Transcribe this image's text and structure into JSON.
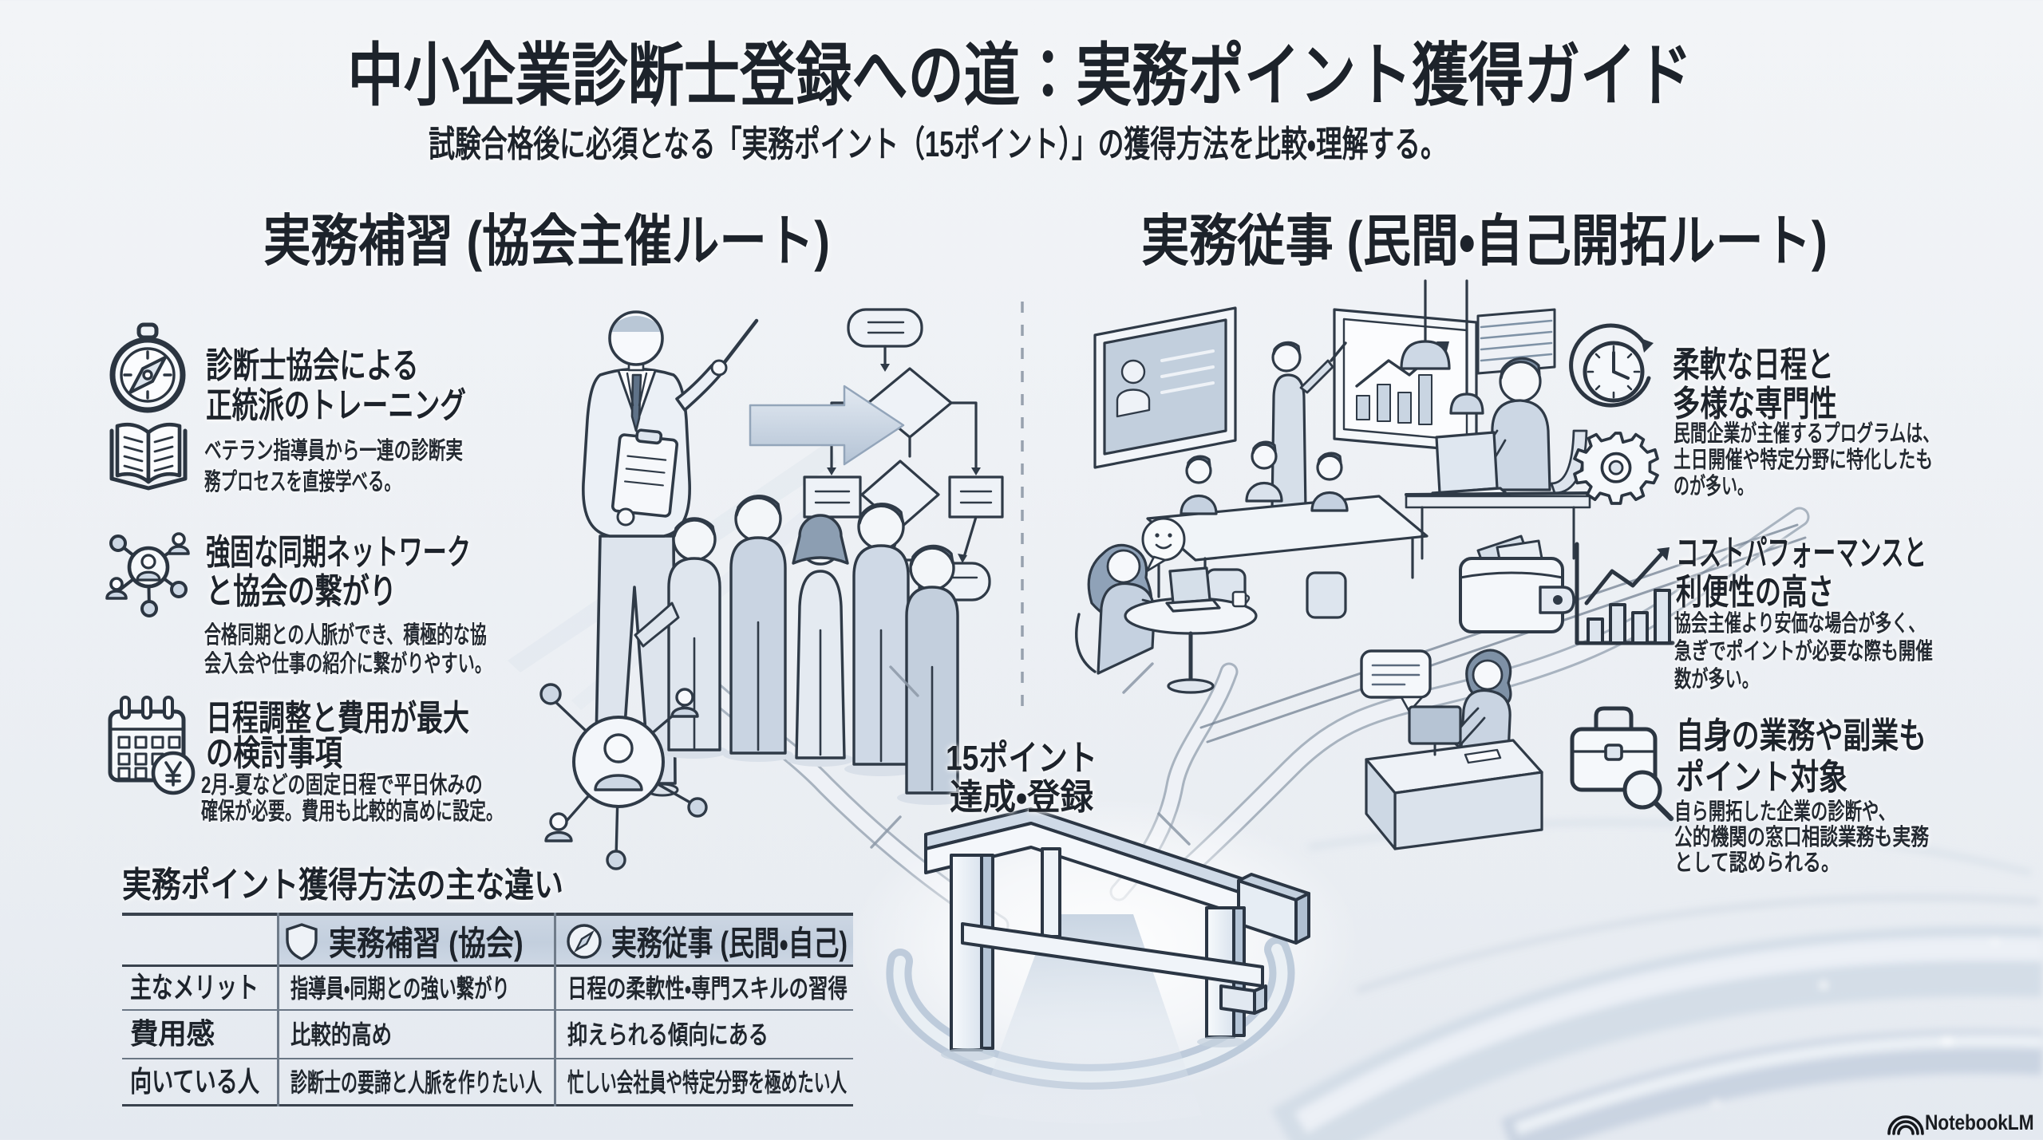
{
  "page": {
    "title": "中小企業診断士登録への道：実務ポイント獲得ガイド",
    "subtitle": "試験合格後に必須となる「実務ポイント（15ポイント）」の獲得方法を比較・理解する。",
    "background_color": "#eef1f5",
    "ink_color": "#1d232b",
    "watermark": "NotebookLM"
  },
  "routes": {
    "left": {
      "heading": "実務補習 (協会主催ルート)",
      "items": [
        {
          "icons": [
            "compass-icon",
            "open-book-icon"
          ],
          "title_lines": [
            "診断士協会による",
            "正統派のトレーニング"
          ],
          "desc_lines": [
            "ベテラン指導員から一連の診断実",
            "務プロセスを直接学べる。"
          ]
        },
        {
          "icons": [
            "people-network-icon"
          ],
          "title_lines": [
            "強固な同期ネットワーク",
            "と協会の繋がり"
          ],
          "desc_lines": [
            "合格同期との人脈ができ、積極的な協",
            "会入会や仕事の紹介に繋がりやすい。"
          ]
        },
        {
          "icons": [
            "calendar-icon",
            "yen-badge-icon"
          ],
          "title_lines": [
            "日程調整と費用が最大",
            "の検討事項"
          ],
          "desc_lines": [
            "2月-夏などの固定日程で平日休みの",
            "確保が必要。費用も比較的高めに設定。"
          ]
        }
      ]
    },
    "right": {
      "heading": "実務従事 (民間・自己開拓ルート)",
      "items": [
        {
          "icons": [
            "clock-icon",
            "gear-icon"
          ],
          "title_lines": [
            "柔軟な日程と",
            "多様な専門性"
          ],
          "desc_lines": [
            "民間企業が主催するプログラムは、",
            "土日開催や特定分野に特化したも",
            "のが多い。"
          ]
        },
        {
          "icons": [
            "growth-chart-icon"
          ],
          "title_lines": [
            "コストパフォーマンスと",
            "利便性の高さ"
          ],
          "desc_lines": [
            "協会主催より安価な場合が多く、",
            "急ぎでポイントが必要な際も開催",
            "数が多い。"
          ]
        },
        {
          "icons": [
            "briefcase-search-icon"
          ],
          "title_lines": [
            "自身の業務や副業も",
            "ポイント対象"
          ],
          "desc_lines": [
            "自ら開拓した企業の診断や、",
            "公的機関の窓口相談業務も実務",
            "として認められる。"
          ]
        }
      ]
    }
  },
  "goal": {
    "label_lines": [
      "15ポイント",
      "達成・登録"
    ]
  },
  "comparison_table": {
    "title": "実務ポイント獲得方法の主な違い",
    "columns": [
      {
        "icon": "shield-icon",
        "label": "実務補習 (協会)"
      },
      {
        "icon": "compass-icon",
        "label": "実務従事 (民間・自己)"
      }
    ],
    "rows": [
      {
        "label": "主なメリット",
        "cells": [
          "指導員・同期との強い繋がり",
          "日程の柔軟性・専門スキルの習得"
        ]
      },
      {
        "label": "費用感",
        "cells": [
          "比較的高め",
          "抑えられる傾向にある"
        ]
      },
      {
        "label": "向いている人",
        "cells": [
          "診断士の要諦と人脈を作りたい人",
          "忙しい会社員や特定分野を極めたい人"
        ]
      }
    ]
  },
  "colors": {
    "table_header_bg": "#c7d2e0",
    "outline": "#303b48",
    "illustration_fill": "#dfe7f0",
    "illustration_shade": "#b9c8da"
  }
}
